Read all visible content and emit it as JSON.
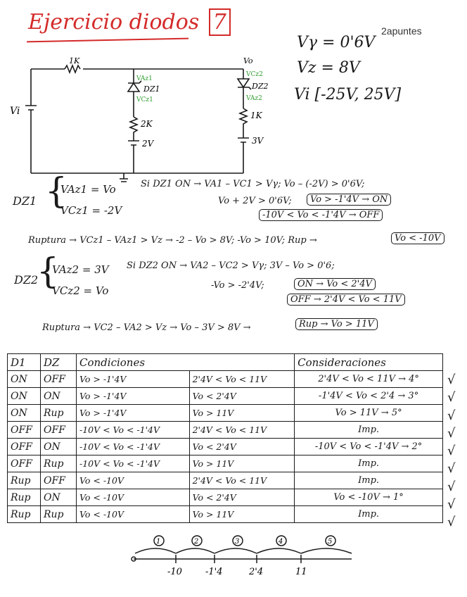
{
  "title": "Ejercicio diodos",
  "title_number": "7",
  "brand": "2apuntes",
  "parameters": [
    "Vγ = 0'6V",
    "Vz = 8V",
    "Vi [-25V, 25V]"
  ],
  "circuit": {
    "r_top": "1K",
    "vi_label": "Vi",
    "vo_label": "Vo",
    "dz1_label": "DZ1",
    "dz2_label": "DZ2",
    "dz1_anode": "VAz1",
    "dz1_cathode": "VCz1",
    "dz2_cathode": "VCz2",
    "dz2_anode": "VAz2",
    "r_mid": "2K",
    "v_mid": "2V",
    "r_right": "1K",
    "v_right": "3V"
  },
  "dz1": {
    "label": "DZ1",
    "sys1": "VAz1 = Vo",
    "sys2": "VCz1 = -2V",
    "line1": "Si DZ1 ON → VA1 – VC1 > Vγ; Vo – (-2V) > 0'6V;",
    "line2": "Vo + 2V > 0'6V;",
    "box1": "Vo > -1'4V → ON",
    "box2": "-10V < Vo < -1'4V → OFF",
    "ruptura": "Ruptura → VCz1 – VAz1 > Vz → -2 – Vo > 8V; -Vo > 10V; Rup →",
    "ruptura_box": "Vo < -10V"
  },
  "dz2": {
    "label": "DZ2",
    "sys1": "VAz2 = 3V",
    "sys2": "VCz2 = Vo",
    "line1": "Si DZ2 ON → VA2 – VC2 > Vγ; 3V – Vo > 0'6;",
    "line2": "-Vo > -2'4V;",
    "box1": "ON → Vo < 2'4V",
    "box2": "OFF → 2'4V < Vo < 11V",
    "ruptura": "Ruptura → VC2 – VA2 > Vz → Vo – 3V > 8V →",
    "ruptura_box": "Rup → Vo > 11V"
  },
  "table": {
    "headers": [
      "D1",
      "DZ",
      "Condiciones",
      "",
      "Consideraciones"
    ],
    "rows": [
      [
        "ON",
        "OFF",
        "Vo > -1'4V",
        "2'4V < Vo < 11V",
        "2'4V < Vo < 11V → 4°"
      ],
      [
        "ON",
        "ON",
        "Vo > -1'4V",
        "Vo < 2'4V",
        "-1'4V < Vo < 2'4 → 3°"
      ],
      [
        "ON",
        "Rup",
        "Vo > -1'4V",
        "Vo > 11V",
        "Vo > 11V → 5°"
      ],
      [
        "OFF",
        "OFF",
        "-10V < Vo < -1'4V",
        "2'4V < Vo < 11V",
        "Imp."
      ],
      [
        "OFF",
        "ON",
        "-10V < Vo < -1'4V",
        "Vo < 2'4V",
        "-10V < Vo < -1'4V → 2°"
      ],
      [
        "OFF",
        "Rup",
        "-10V < Vo < -1'4V",
        "Vo > 11V",
        "Imp."
      ],
      [
        "Rup",
        "OFF",
        "Vo < -10V",
        "2'4V < Vo < 11V",
        "Imp."
      ],
      [
        "Rup",
        "ON",
        "Vo < -10V",
        "Vo < 2'4V",
        "Vo < -10V → 1°"
      ],
      [
        "Rup",
        "Rup",
        "Vo < -10V",
        "Vo > 11V",
        "Imp."
      ]
    ],
    "check_symbol": "√"
  },
  "number_line": {
    "ticks": [
      "-10",
      "-1'4",
      "2'4",
      "11"
    ],
    "regions": [
      "1",
      "2",
      "3",
      "4",
      "5"
    ]
  }
}
